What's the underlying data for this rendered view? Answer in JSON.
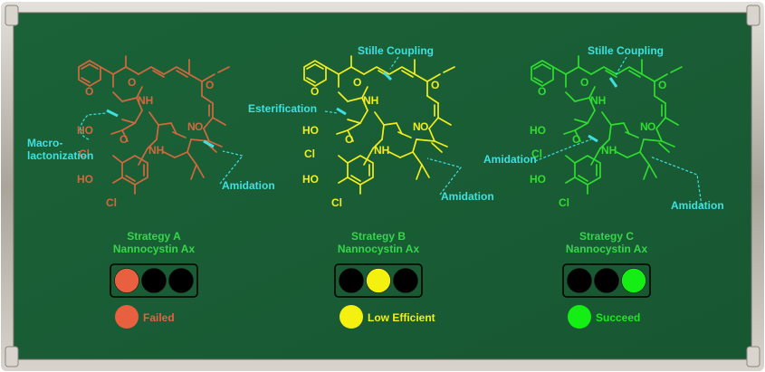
{
  "colors": {
    "board": "#195e35",
    "frame": "#b7b2a8",
    "cyan": "#3fe0e0",
    "captionGreen": "#35d64a",
    "molA": "#d2693e",
    "molB": "#f2ee1e",
    "molC": "#2fdc2f",
    "red": "#e8603f",
    "yellow": "#f4f010",
    "green": "#15ee15",
    "off": "#000000"
  },
  "strategies": [
    {
      "title": "Strategy A",
      "compound": "Nannocystin Ax",
      "molecule_color": "#d2693e",
      "status_text": "Failed",
      "status_color": "#e8603f",
      "lights": [
        "#e8603f",
        "#000000",
        "#000000"
      ],
      "labels": [
        "Macro-",
        "lactonization",
        "Amidation"
      ],
      "atoms": [
        "O",
        "O",
        "N",
        "O",
        "O",
        "NH",
        "HO",
        "NH",
        "O",
        "Cl",
        "HO",
        "Cl"
      ]
    },
    {
      "title": "Strategy B",
      "compound": "Nannocystin Ax",
      "molecule_color": "#f2ee1e",
      "status_text": "Low Efficient",
      "status_color": "#f4f010",
      "lights": [
        "#000000",
        "#f4f010",
        "#000000"
      ],
      "labels": [
        "Stille Coupling",
        "Esterification",
        "Amidation"
      ],
      "atoms": [
        "O",
        "O",
        "N",
        "O",
        "O",
        "NH",
        "HO",
        "NH",
        "O",
        "Cl",
        "HO",
        "Cl"
      ]
    },
    {
      "title": "Strategy C",
      "compound": "Nannocystin Ax",
      "molecule_color": "#2fdc2f",
      "status_text": "Succeed",
      "status_color": "#15ee15",
      "lights": [
        "#000000",
        "#000000",
        "#15ee15"
      ],
      "labels": [
        "Stille Coupling",
        "Amidation",
        "Amidation"
      ],
      "atoms": [
        "O",
        "O",
        "N",
        "O",
        "O",
        "NH",
        "HO",
        "NH",
        "O",
        "Cl",
        "HO",
        "Cl"
      ]
    }
  ]
}
